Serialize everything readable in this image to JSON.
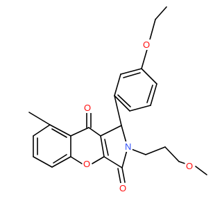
{
  "molecule": {
    "atoms": {
      "o_ether": "O",
      "o_ketone": "O",
      "o_ring": "O",
      "o_lactam": "O",
      "n_ring": "N",
      "o_methoxy": "O"
    }
  },
  "colors": {
    "oxygen": "#ff0d0d",
    "nitrogen": "#3050f8",
    "bond": "#000000"
  }
}
